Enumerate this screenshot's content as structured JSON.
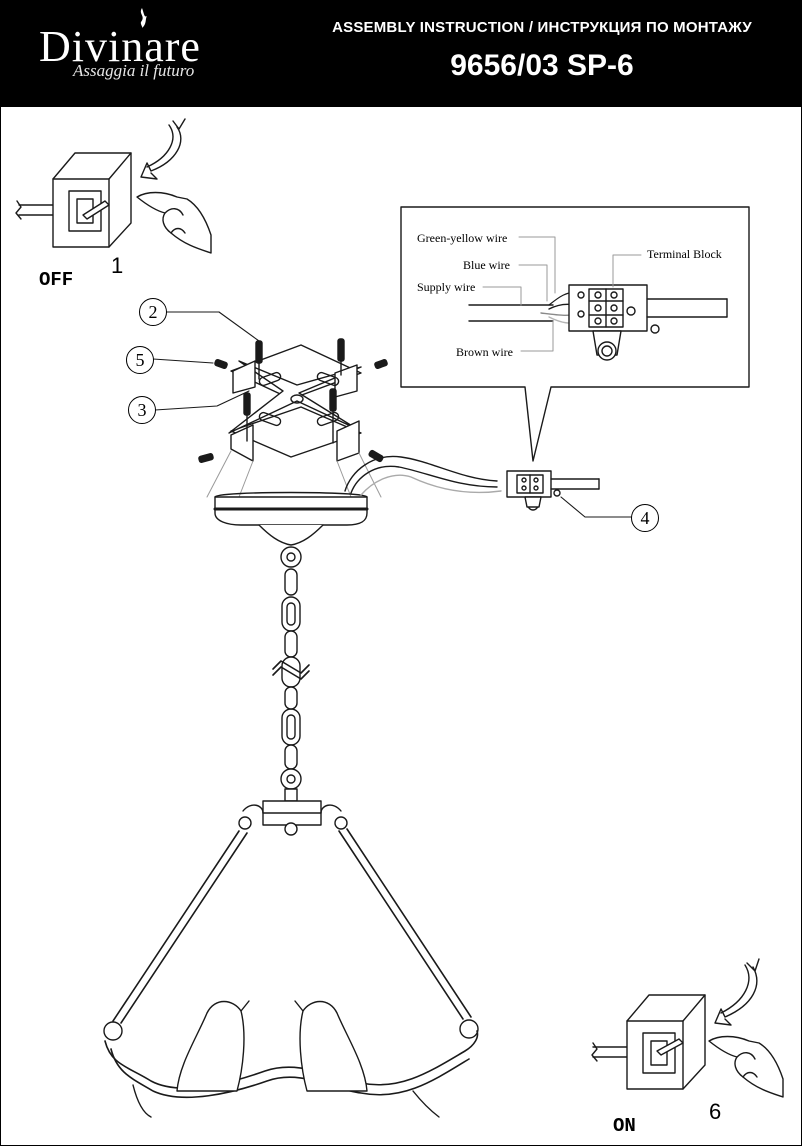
{
  "header": {
    "brand": "Divinare",
    "tagline": "Assaggia il futuro",
    "title": "ASSEMBLY INSTRUCTION / ИНСТРУКЦИЯ ПО МОНТАЖУ",
    "model": "9656/03 SP-6"
  },
  "steps": {
    "off_label": "OFF",
    "on_label": "ON",
    "step_first": "1",
    "step_last": "6"
  },
  "callouts": [
    "2",
    "5",
    "3",
    "4"
  ],
  "wiring_inset": {
    "green_yellow": "Green-yellow wire",
    "blue": "Blue wire",
    "supply": "Supply wire",
    "brown": "Brown wire",
    "terminal_block": "Terminal Block"
  },
  "colors": {
    "header_bg": "#000000",
    "line": "#1a1a1a"
  },
  "icons": [
    "flame-icon",
    "wall-switch-icon",
    "hand-icon",
    "rotate-arrow-icon",
    "screw-icon"
  ]
}
